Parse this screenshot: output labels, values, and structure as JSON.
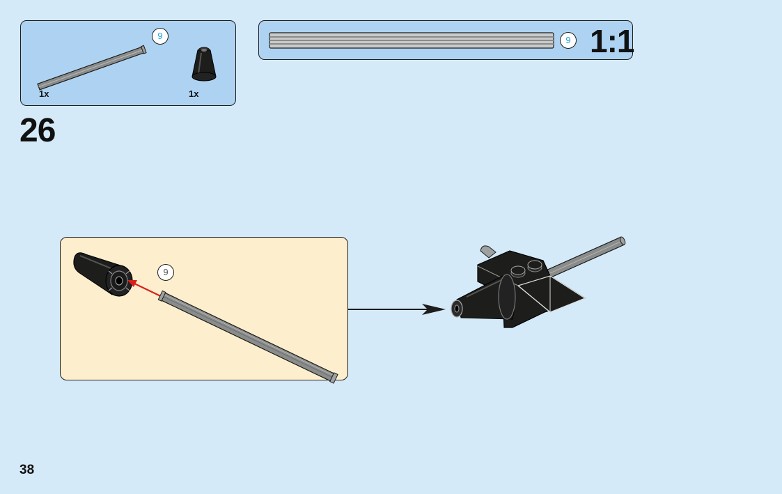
{
  "parts_list": {
    "items": [
      {
        "part": "axle-9",
        "icon": "gray-axle-icon",
        "length_label": "9",
        "qty": "1x"
      },
      {
        "part": "cone",
        "icon": "black-cone-icon",
        "qty": "1x"
      }
    ]
  },
  "scale_reference": {
    "length_label": "9",
    "scale_text": "1:1"
  },
  "step": {
    "number": "26",
    "sub_assembly": {
      "axle_length_label": "9"
    }
  },
  "page": {
    "number": "38"
  },
  "colors": {
    "background": "#d5eaf8",
    "parts_box": "#aed3f2",
    "sub_box": "#fdefce",
    "axle_gray": "#8a8c8c",
    "brick_black": "#1d1d1b",
    "insert_arrow_red": "#d9211c",
    "badge_text_blue": "#1da1d8"
  }
}
